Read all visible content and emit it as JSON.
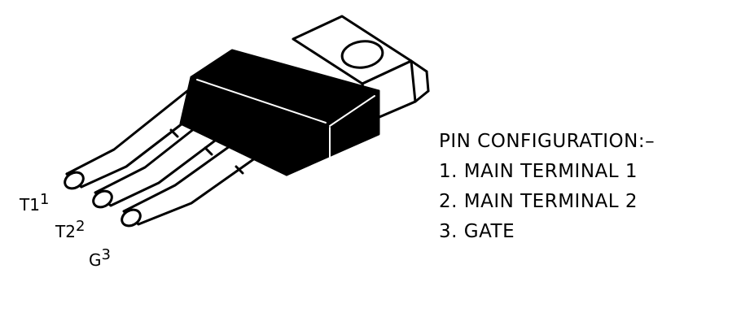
{
  "pin_configuration": {
    "heading": "PIN CONFIGURATION:–",
    "items": [
      "1. MAIN TERMINAL 1",
      "2. MAIN TERMINAL 2",
      "3. GATE"
    ]
  },
  "pin_labels": [
    {
      "name": "T1",
      "number": "1"
    },
    {
      "name": "T2",
      "number": "2"
    },
    {
      "name": "G",
      "number": "3"
    }
  ]
}
